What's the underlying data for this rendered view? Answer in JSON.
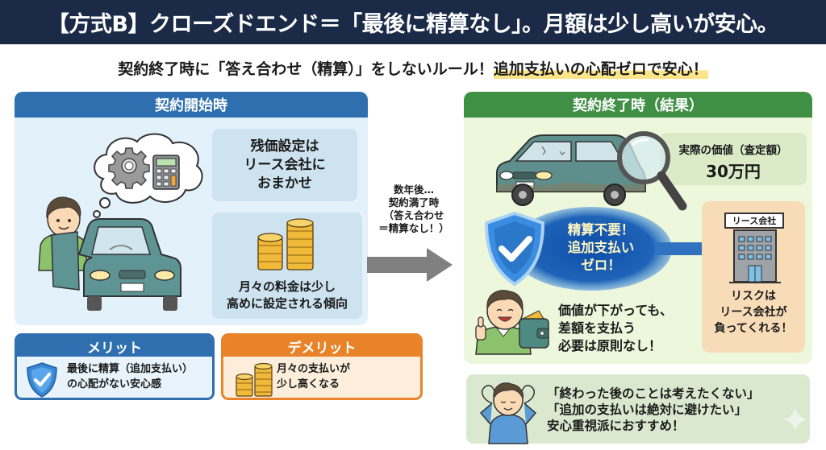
{
  "header": {
    "title": "【方式B】クローズドエンド＝「最後に精算なし」。月額は少し高いが安心。"
  },
  "subtitle": {
    "main": "契約終了時に「答え合わせ（精算）」をしないルール！",
    "highlight": "追加支払いの心配ゼロで安心！",
    "highlight_color": "#fbe48a"
  },
  "contract_start": {
    "heading": "契約開始時",
    "residual_box": [
      "残価設定は",
      "リース会社に",
      "おまかせ"
    ],
    "monthly_box": [
      "月々の料金は少し",
      "高めに設定される傾向"
    ],
    "icons": [
      "person-icon",
      "car-icon",
      "gear-icon",
      "calculator-icon",
      "thought-bubble-icon",
      "coin-stack-icon"
    ],
    "accent_color": "#2f6faf"
  },
  "transition": {
    "lines": [
      "数年後…",
      "契約満了時",
      "（答え合わせ",
      "＝精算なし！）"
    ],
    "icon": "arrow-right-icon"
  },
  "contract_end": {
    "heading": "契約終了時（結果）",
    "actual_value_label": "実際の価値（査定額）",
    "actual_value_amount": "30万円",
    "zero_message": [
      "精算不要！",
      "追加支払い",
      "ゼロ！"
    ],
    "lease_company_sign": "リース会社",
    "risk_message": [
      "リスクは",
      "リース会社が",
      "負ってくれる！"
    ],
    "happy_message": [
      "価値が下がっても、",
      "差額を支払う",
      "必要は原則なし！"
    ],
    "icons": [
      "used-car-icon",
      "magnifier-icon",
      "shield-check-icon",
      "building-icon",
      "thumbs-up-person-icon",
      "wallet-icon"
    ],
    "accent_color": "#3f8f45"
  },
  "merit": {
    "heading": "メリット",
    "body": [
      "最後に精算（追加支払い）",
      "の心配がない安心感"
    ],
    "icon": "shield-check-icon",
    "color": "#2f6faf"
  },
  "demerit": {
    "heading": "デメリット",
    "body": [
      "月々の支払いが",
      "少し高くなる"
    ],
    "icon": "coin-stack-icon",
    "color": "#e8832a"
  },
  "recommendation": {
    "lines": [
      "「終わった後のことは考えたくない」",
      "「追加の支払いは絶対に避けたい」",
      "安心重視派におすすめ！"
    ],
    "icon": "relaxed-person-icon"
  }
}
